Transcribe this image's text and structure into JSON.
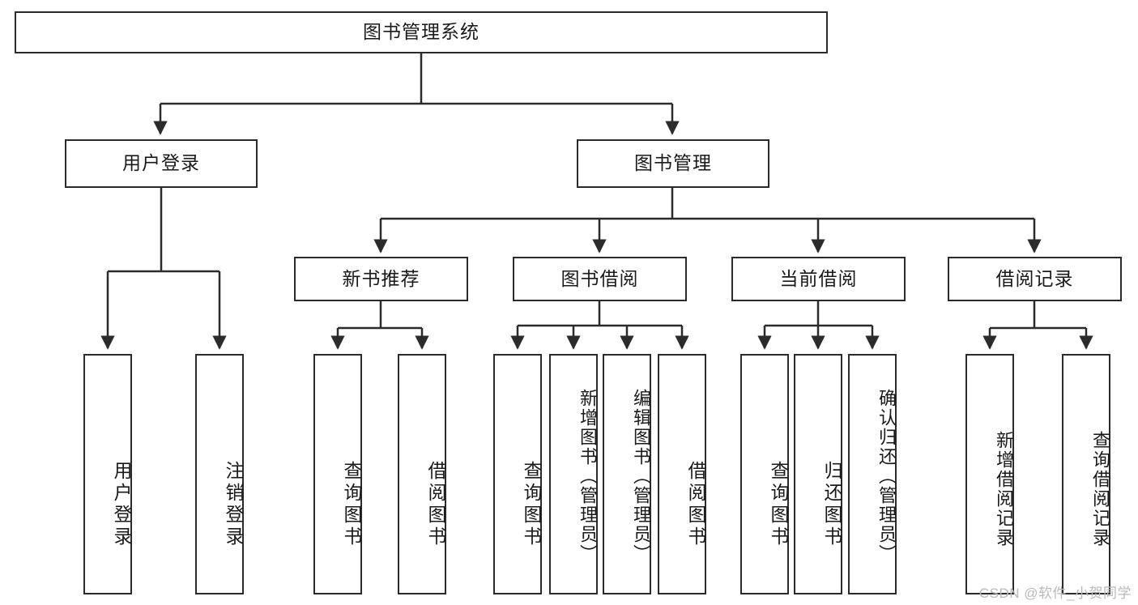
{
  "diagram": {
    "title_node": {
      "label": "图书管理系统"
    },
    "level2": [
      {
        "id": "user-login",
        "label": "用户登录"
      },
      {
        "id": "book-management",
        "label": "图书管理"
      }
    ],
    "level3": [
      {
        "id": "new-book-recommend",
        "label": "新书推荐"
      },
      {
        "id": "book-borrow",
        "label": "图书借阅"
      },
      {
        "id": "current-borrow",
        "label": "当前借阅"
      },
      {
        "id": "borrow-record",
        "label": "借阅记录"
      }
    ],
    "leaves": {
      "user_login": [
        {
          "id": "leaf-user-login",
          "label": "用户登录"
        },
        {
          "id": "leaf-logout-login",
          "label": "注销登录"
        }
      ],
      "new_book_recommend": [
        {
          "id": "leaf-query-book-1",
          "label": "查询图书"
        },
        {
          "id": "leaf-borrow-book-1",
          "label": "借阅图书"
        }
      ],
      "book_borrow": [
        {
          "id": "leaf-query-book-2",
          "label": "查询图书"
        },
        {
          "id": "leaf-add-book",
          "label": "新增图书（管理员）"
        },
        {
          "id": "leaf-edit-book",
          "label": "编辑图书（管理员）"
        },
        {
          "id": "leaf-borrow-book-2",
          "label": "借阅图书"
        }
      ],
      "current_borrow": [
        {
          "id": "leaf-query-book-3",
          "label": "查询图书"
        },
        {
          "id": "leaf-return-book",
          "label": "归还图书"
        },
        {
          "id": "leaf-confirm-return",
          "label": "确认归还（管理员）"
        }
      ],
      "borrow_record": [
        {
          "id": "leaf-add-record",
          "label": "新增借阅记录"
        },
        {
          "id": "leaf-query-record",
          "label": "查询借阅记录"
        }
      ]
    },
    "watermark": "CSDN @软件_小贺同学",
    "colors": {
      "stroke": "#2b2b2b",
      "fill": "#ffffff",
      "text": "#1a1a1a",
      "watermark": "#b9b9b9"
    }
  }
}
